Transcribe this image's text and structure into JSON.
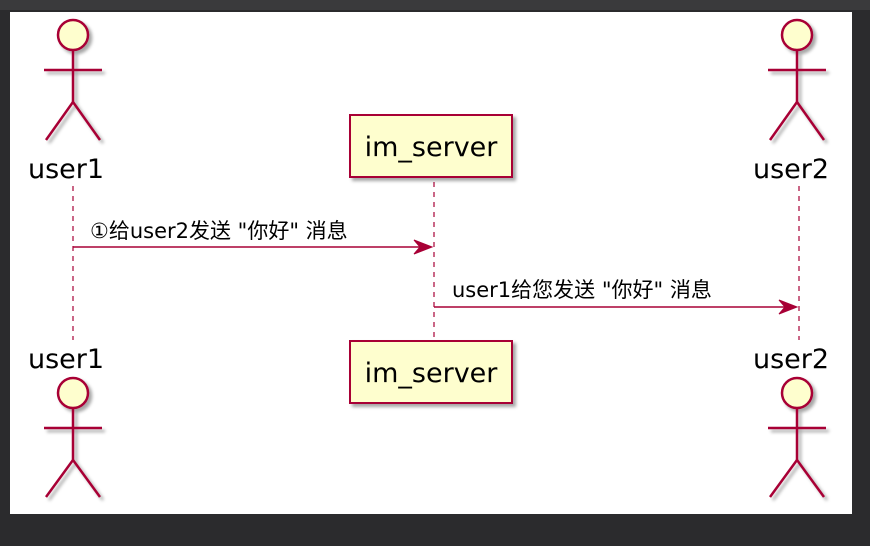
{
  "diagram": {
    "type": "sequence",
    "participants": [
      {
        "id": "user1",
        "kind": "actor",
        "label": "user1"
      },
      {
        "id": "im_server",
        "kind": "participant",
        "label": "im_server"
      },
      {
        "id": "user2",
        "kind": "actor",
        "label": "user2"
      }
    ],
    "messages": [
      {
        "from": "user1",
        "to": "im_server",
        "label": "①给user2发送 \"你好\" 消息"
      },
      {
        "from": "im_server",
        "to": "user2",
        "label": "user1给您发送 \"你好\" 消息"
      }
    ],
    "colors": {
      "actor_fill": "#FEFECE",
      "actor_stroke": "#A80036",
      "box_fill": "#FEFECE",
      "box_stroke": "#A80036",
      "lifeline": "#A80036",
      "arrow": "#A80036"
    }
  }
}
